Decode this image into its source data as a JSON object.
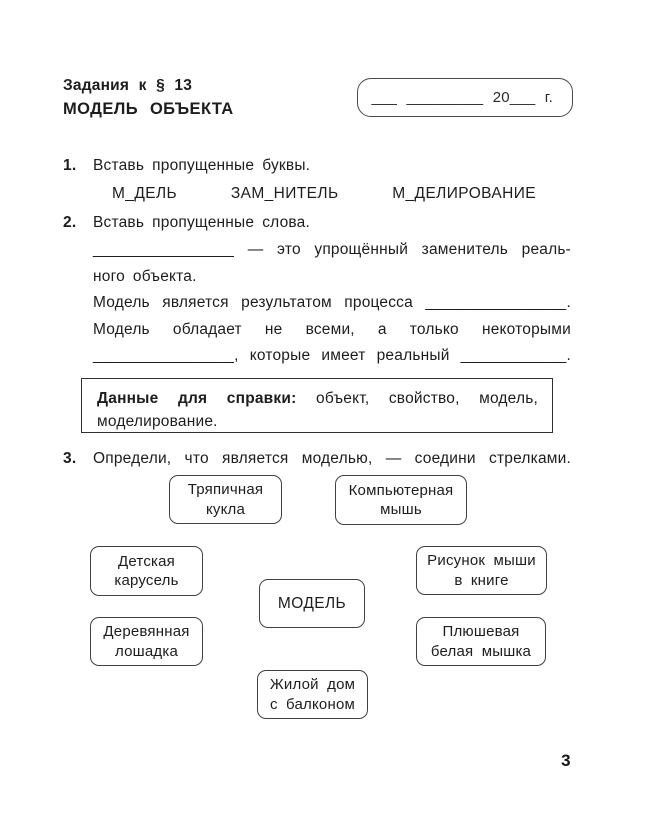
{
  "header": {
    "subtitle": "Задания к § 13",
    "title": "МОДЕЛЬ ОБЪЕКТА"
  },
  "date_box": {
    "text": "___ _________ 20___ г."
  },
  "task1": {
    "number": "1.",
    "instruction": "Вставь пропущенные буквы.",
    "words": [
      "М_ДЕЛЬ",
      "ЗАМ_НИТЕЛЬ",
      "М_ДЕЛИРОВАНИЕ"
    ]
  },
  "task2": {
    "number": "2.",
    "instruction": "Вставь пропущенные слова.",
    "lines": [
      "________________ — это упрощённый заменитель реаль-",
      "ного объекта.",
      "Модель является результатом процесса ________________.",
      "Модель обладает не всеми, а только некоторыми",
      "________________, которые имеет реальный ____________."
    ]
  },
  "reference_box": {
    "label": "Данные для справки:",
    "line1_rest": "объект, свойство, модель,",
    "line2": "моделирование."
  },
  "task3": {
    "number": "3.",
    "instruction": "Определи, что является моделью, — соедини стрелками."
  },
  "diagram": {
    "boxes": [
      {
        "id": "rag-doll",
        "lines": [
          "Тряпичная",
          "кукла"
        ]
      },
      {
        "id": "computer-mouse",
        "lines": [
          "Компьютерная",
          "мышь"
        ]
      },
      {
        "id": "carousel",
        "lines": [
          "Детская",
          "карусель"
        ]
      },
      {
        "id": "model",
        "lines": [
          "МОДЕЛЬ"
        ]
      },
      {
        "id": "mouse-drawing",
        "lines": [
          "Рисунок мыши",
          "в книге"
        ]
      },
      {
        "id": "wooden-horse",
        "lines": [
          "Деревянная",
          "лошадка"
        ]
      },
      {
        "id": "plush-mouse",
        "lines": [
          "Плюшевая",
          "белая мышка"
        ]
      },
      {
        "id": "house",
        "lines": [
          "Жилой дом",
          "с балконом"
        ]
      }
    ]
  },
  "page_number": "3"
}
